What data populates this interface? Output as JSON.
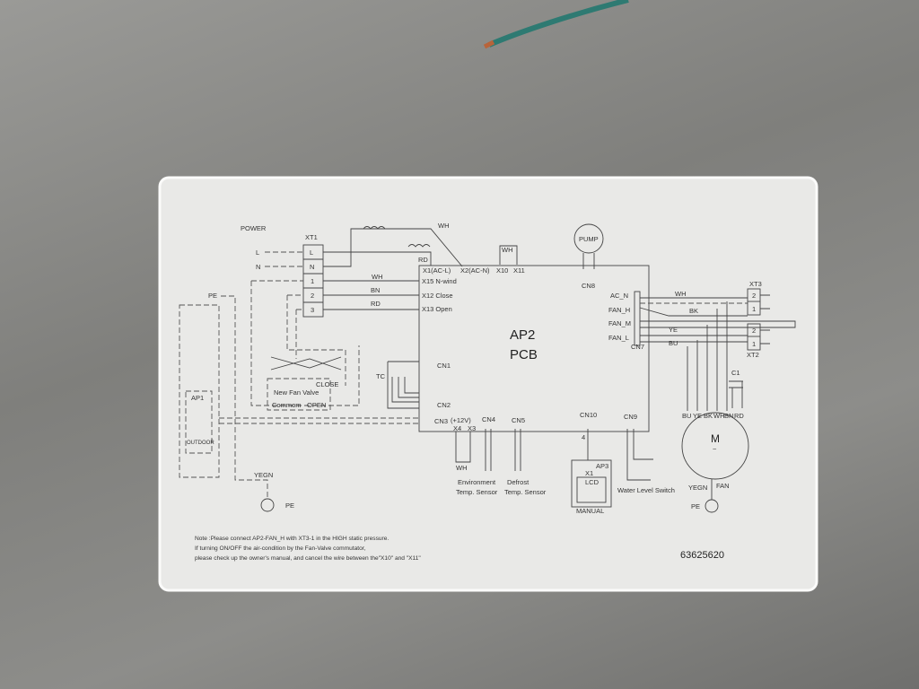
{
  "power": {
    "title": "POWER",
    "terminal": "XT1",
    "L": "L",
    "N": "N",
    "t1": "1",
    "t2": "2",
    "t3": "3"
  },
  "wires": {
    "wh_top": "WH",
    "rd_top": "RD",
    "wh_x15": "WH",
    "bn": "BN",
    "rd": "RD",
    "wh_x10": "WH",
    "wh_cn7": "WH",
    "bk": "BK",
    "ye": "YE",
    "bu": "BU",
    "wh_x4": "WH"
  },
  "pcb": {
    "name": "AP2",
    "type": "PCB",
    "x1": "X1(AC-L)",
    "x2": "X2(AC-N)",
    "x10": "X10",
    "x11": "X11",
    "x15": "X15 N-wind",
    "x12": "X12 Close",
    "x13": "X13 Open",
    "cn1": "CN1",
    "cn2": "CN2",
    "cn3": "CN3",
    "v12": "(+12V)",
    "x4": "X4",
    "x3": "X3",
    "cn4": "CN4",
    "cn5": "CN5",
    "cn10": "CN10",
    "cn9": "CN9",
    "cn8": "CN8",
    "cn7": "CN7",
    "ac_n": "AC_N",
    "fan_h": "FAN_H",
    "fan_m": "FAN_M",
    "fan_l": "FAN_L",
    "four": "4"
  },
  "components": {
    "pump": "PUMP",
    "tc": "TC",
    "valve_close": "CLOSE",
    "valve_name": "New Fan Valve",
    "valve_common": "Commom",
    "valve_open": "OPEN",
    "ap1": "AP1",
    "outdoor": "OUTDOOR",
    "pe_left": "PE",
    "yegn_left": "YEGN",
    "pe_ground": "PE",
    "env_sensor_1": "Environment",
    "env_sensor_2": "Temp. Sensor",
    "def_sensor_1": "Defrost",
    "def_sensor_2": "Temp. Sensor",
    "ap3": "AP3",
    "ap3_x1": "X1",
    "lcd": "LCD",
    "manual": "MANUAL",
    "water_switch": "Water Level Switch",
    "xt3": "XT3",
    "xt2": "XT2",
    "xt_2": "2",
    "xt_1": "1",
    "c1": "C1",
    "motor": "M",
    "motor_tilde": "~",
    "yegn": "YEGN",
    "fan": "FAN",
    "pe_motor": "PE"
  },
  "motor_wires": [
    "BU",
    "YE",
    "BK",
    "WH",
    "BN",
    "RD"
  ],
  "notes": [
    "Note :Please connect AP2-FAN_H with XT3-1 in the HIGH static pressure.",
    "If turning ON/OFF the air-condition by the Fan-Valve commutator,",
    "please check up the owner's manual, and cancel the wire between the\"X10\"  and \"X11\""
  ],
  "part_number": "63625620"
}
